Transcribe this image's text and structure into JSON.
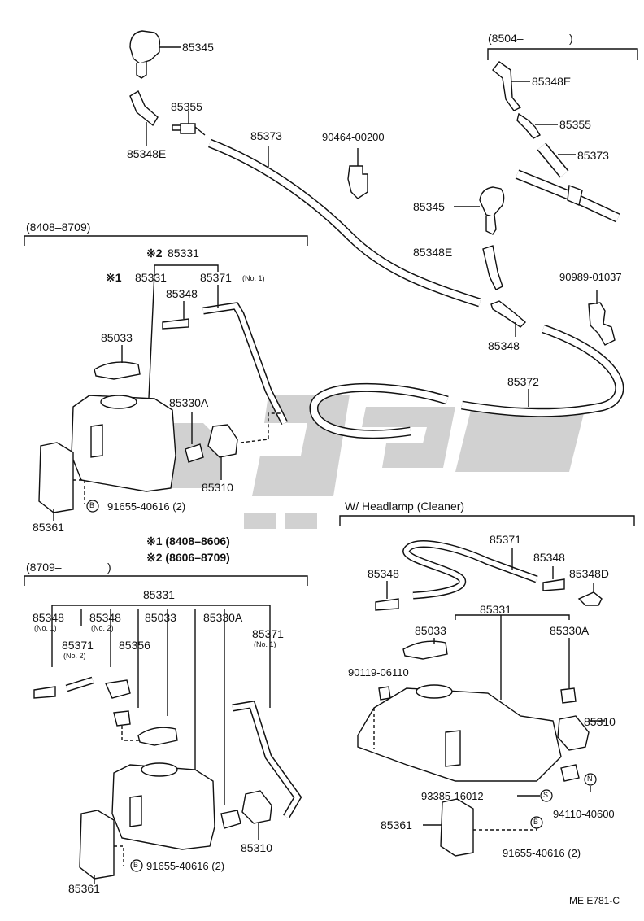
{
  "labels": {
    "p85345_top": "85345",
    "p85355_top": "85355",
    "p85348E_top": "85348E",
    "p85373_top": "85373",
    "p90464": "90464-00200",
    "range_8504": "(8504–",
    "range_8504_close": ")",
    "p85348E_r1": "85348E",
    "p85355_r": "85355",
    "p85373_r": "85373",
    "p85345_r": "85345",
    "p85348E_r2": "85348E",
    "p85348_r": "85348",
    "p90989": "90989-01037",
    "p85372": "85372",
    "range_8408_8709": "(8408–8709)",
    "mark2_a": "※2",
    "p85331_m2": "85331",
    "mark1_a": "※1",
    "p85331_m1": "85331",
    "p85371_a": "85371",
    "no1_a": "(No. 1)",
    "p85348_a": "85348",
    "p85033_a": "85033",
    "p85330A_a": "85330A",
    "p85310_a": "85310",
    "p85361_a": "85361",
    "p91655_a": "91655-40616 (2)",
    "circ_b": "B",
    "note1": "※1 (8408–8606)",
    "note2": "※2 (8606–8709)",
    "range_8709": "(8709–",
    "range_8709_close": ")",
    "p85331_b": "85331",
    "p85348_b1": "85348",
    "no1_b1": "(No. 1)",
    "p85348_b2": "85348",
    "no2_b2": "(No. 2)",
    "p85033_b": "85033",
    "p85330A_b": "85330A",
    "p85371_b": "85371",
    "no2_b": "(No. 2)",
    "p85356": "85356",
    "p85371_b2": "85371",
    "no1_b2": "(No. 1)",
    "p85310_b": "85310",
    "p85361_b": "85361",
    "p91655_b": "91655-40616 (2)",
    "hl_title": "W/ Headlamp (Cleaner)",
    "p85371_c": "85371",
    "p85348_c1": "85348",
    "p85348_c2": "85348",
    "p85348D": "85348D",
    "p85331_c": "85331",
    "p85033_c": "85033",
    "p85330A_c": "85330A",
    "p90119": "90119-06110",
    "p85310_c": "85310",
    "p93385": "93385-16012",
    "circ_s": "S",
    "circ_n": "N",
    "p94110": "94110-40600",
    "p85361_c": "85361",
    "p91655_c": "91655-40616 (2)",
    "footer": "ME  E781-C"
  }
}
